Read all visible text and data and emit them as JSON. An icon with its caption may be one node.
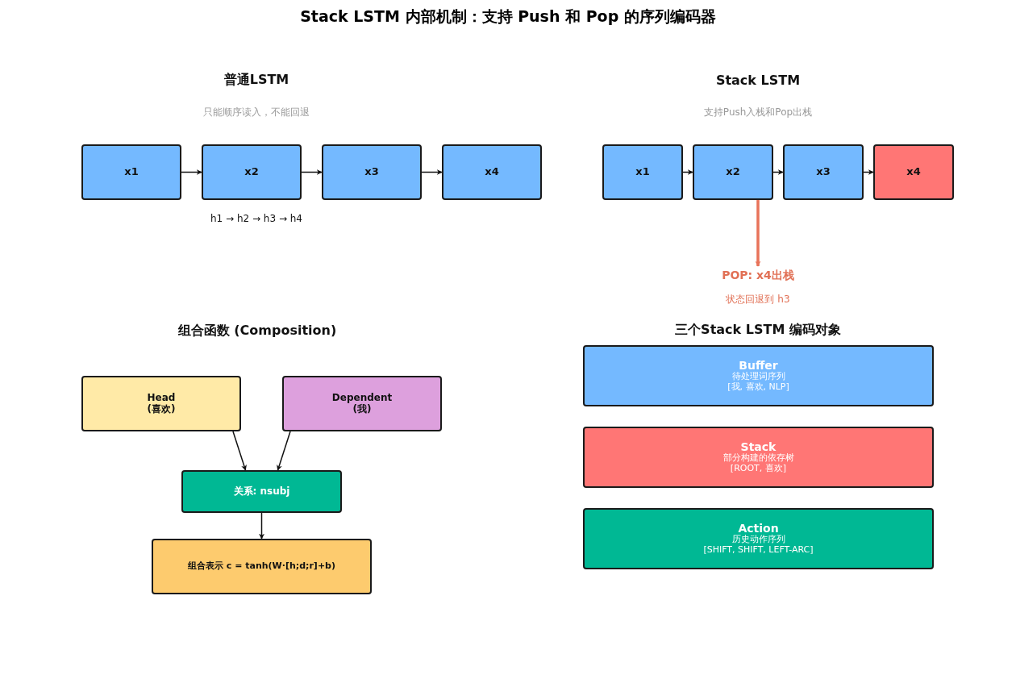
{
  "diagram": {
    "title": "Stack LSTM 内部机制：支持 Push 和 Pop 的序列编码器",
    "nodes": [
      {
        "text": [
          "x1"
        ]
      },
      {
        "text": [
          "x2"
        ]
      },
      {
        "text": [
          "x3"
        ]
      },
      {
        "text": [
          "x4"
        ]
      },
      {
        "text": [
          "x1"
        ]
      },
      {
        "text": [
          "x2"
        ]
      },
      {
        "text": [
          "x3"
        ]
      },
      {
        "text": [
          "x4"
        ]
      },
      {
        "text": [
          "POP: x4出栈"
        ],
        "beside": [
          "状态回退到 h3"
        ]
      },
      {
        "text": [
          "Head",
          "(喜欢)"
        ]
      },
      {
        "text": [
          "Dependent",
          "(我)"
        ]
      },
      {
        "text": [
          "关系: nsubj"
        ]
      },
      {
        "text": [
          "组合表示 c = tanh(W·[h;d;r]+b)"
        ]
      },
      {
        "text": [
          "Buffer",
          "待处理词序列",
          "[我, 喜欢, NLP]"
        ]
      },
      {
        "text": [
          "Stack",
          "部分构建的依存树",
          "[ROOT, 喜欢]"
        ]
      },
      {
        "text": [
          "Action",
          "历史动作序列",
          "[SHIFT, SHIFT, LEFT-ARC]"
        ]
      }
    ],
    "edges": [
      {
        "from": 0,
        "to": 1,
        "arrow": "to"
      },
      {
        "from": 1,
        "to": 2,
        "arrow": "to"
      },
      {
        "from": 2,
        "to": 3,
        "arrow": "to"
      },
      {
        "from": 4,
        "to": 5,
        "arrow": "to"
      },
      {
        "from": 5,
        "to": 6,
        "arrow": "to"
      },
      {
        "from": 6,
        "to": 7,
        "arrow": "to"
      },
      {
        "from": 5,
        "to": 8,
        "arrow": "to",
        "style": "thick",
        "color": "#e8735a"
      },
      {
        "from": 9,
        "to": 11,
        "arrow": "to"
      },
      {
        "from": 10,
        "to": 11,
        "arrow": "to"
      },
      {
        "from": 11,
        "to": 12,
        "arrow": "to"
      }
    ],
    "labels": [
      "普通LSTM",
      "Stack LSTM",
      "只能顺序读入，不能回退",
      "支持Push入栈和Pop出栈",
      "h1 → h2 → h3 → h4",
      "组合函数 (Composition)",
      "三个Stack LSTM 编码对象"
    ]
  }
}
